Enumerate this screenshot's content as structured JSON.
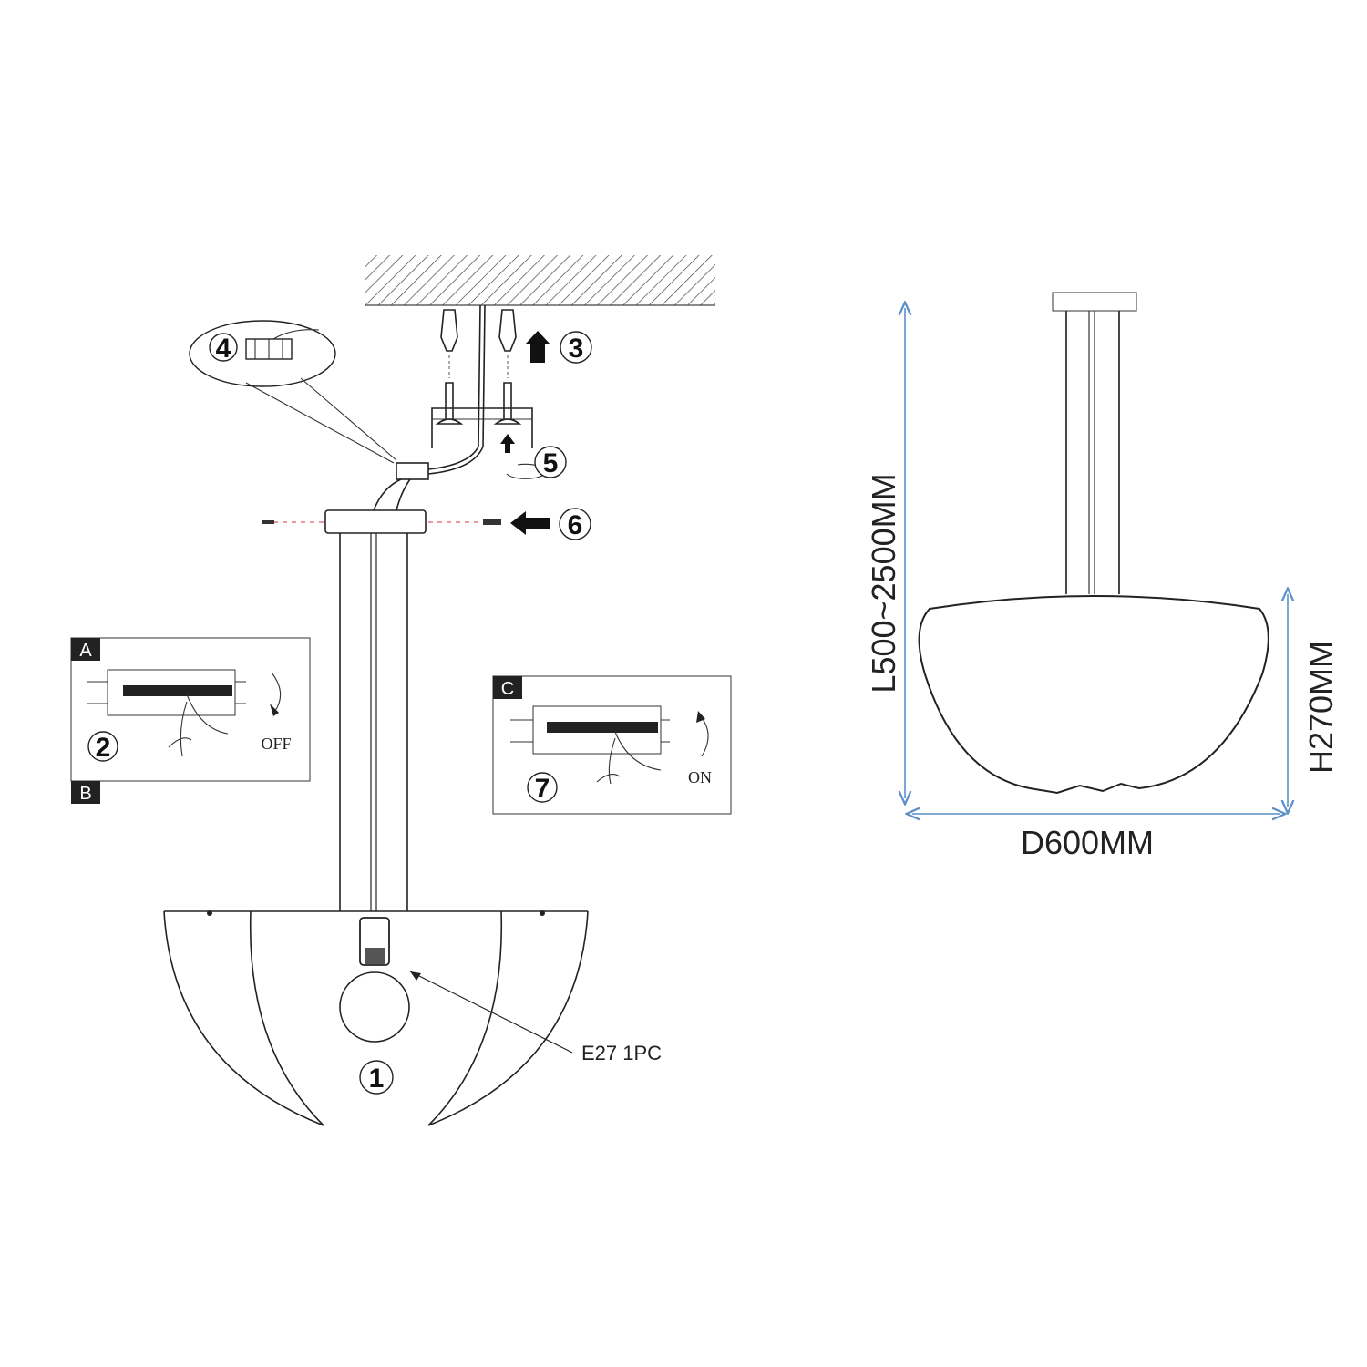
{
  "steps": {
    "s1": "1",
    "s2": "2",
    "s3": "3",
    "s4": "4",
    "s5": "5",
    "s6": "6",
    "s7": "7"
  },
  "panels": {
    "a_tag": "A",
    "b_tag": "B",
    "c_tag": "C",
    "off_label": "OFF",
    "on_label": "ON"
  },
  "bulb_label": "E27 1PC",
  "dimensions": {
    "length": "L500~2500MM",
    "height": "H270MM",
    "diameter": "D600MM"
  },
  "colors": {
    "dimension_line": "#5b8fc9",
    "line": "#222222",
    "guide_dash": "#e05a6a"
  }
}
